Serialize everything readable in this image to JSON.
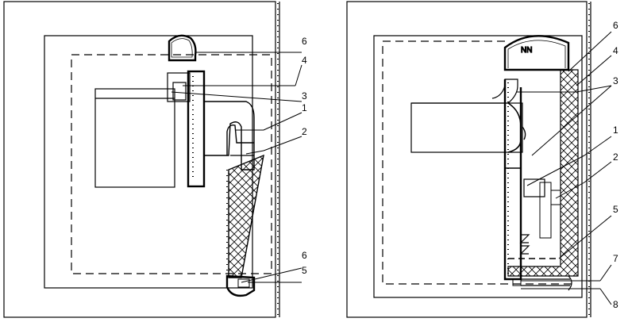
{
  "figures": [
    {
      "id": "left",
      "callouts": [
        {
          "text": "6"
        },
        {
          "text": "4"
        },
        {
          "text": "3"
        },
        {
          "text": "1"
        },
        {
          "text": "2"
        },
        {
          "text": "6"
        },
        {
          "text": "5"
        }
      ]
    },
    {
      "id": "right",
      "callouts": [
        {
          "text": "6"
        },
        {
          "text": "4"
        },
        {
          "text": "3"
        },
        {
          "text": "1"
        },
        {
          "text": "2"
        },
        {
          "text": "5"
        },
        {
          "text": "7"
        },
        {
          "text": "8"
        }
      ]
    }
  ],
  "symbol": {
    "text": "NN"
  }
}
